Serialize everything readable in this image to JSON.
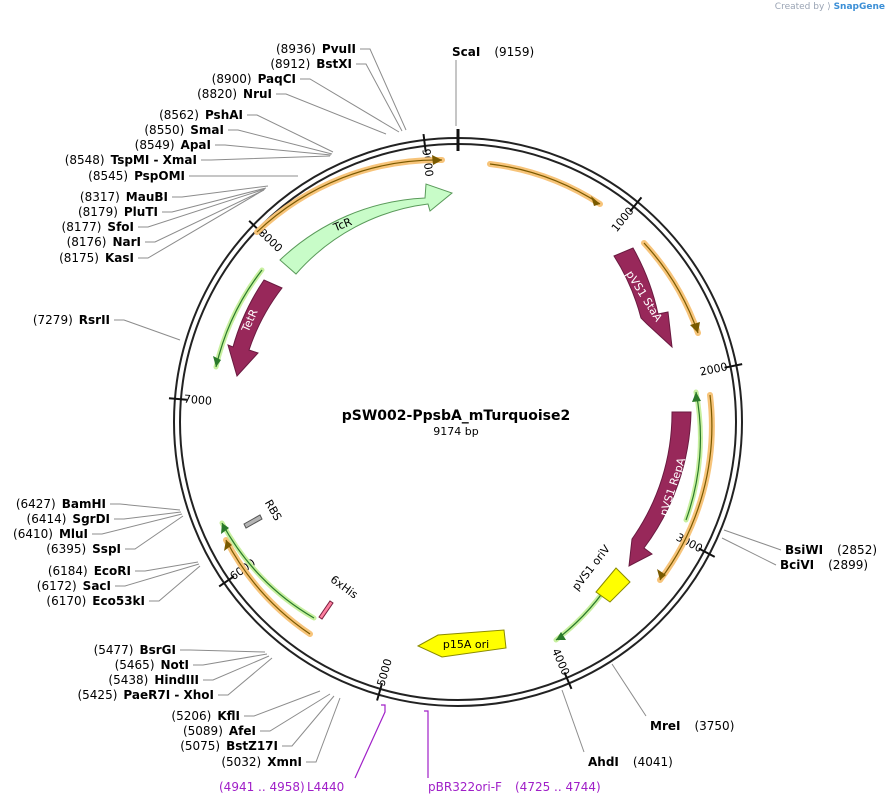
{
  "badge": {
    "created_by": "Created by",
    "brand": "SnapGene"
  },
  "plasmid": {
    "name": "pSW002-PpsbA_mTurquoise2",
    "length_label": "9174 bp",
    "length": 9174
  },
  "ticks": [
    {
      "bp": 1000,
      "label": "1000"
    },
    {
      "bp": 2000,
      "label": "2000"
    },
    {
      "bp": 3000,
      "label": "3000"
    },
    {
      "bp": 4000,
      "label": "4000"
    },
    {
      "bp": 5000,
      "label": "5000"
    },
    {
      "bp": 6000,
      "label": "6000"
    },
    {
      "bp": 7000,
      "label": "7000"
    },
    {
      "bp": 8000,
      "label": "8000"
    },
    {
      "bp": 9000,
      "label": "9000"
    }
  ],
  "features": [
    {
      "label": "TcR",
      "color": "#c8fcc8",
      "stroke": "#5a9a5a",
      "text_color": "#000000"
    },
    {
      "label": "TetR",
      "color": "#98285a",
      "stroke": "#6a1a40",
      "text_color": "#ffffff"
    },
    {
      "label": "pVS1 StaA",
      "color": "#98285a",
      "stroke": "#6a1a40",
      "text_color": "#ffffff"
    },
    {
      "label": "pVS1 RepA",
      "color": "#98285a",
      "stroke": "#6a1a40",
      "text_color": "#ffffff"
    },
    {
      "label": "pVS1 oriV",
      "color": "#ffff00",
      "stroke": "#8a8a00",
      "text_color": "#000000"
    },
    {
      "label": "p15A ori",
      "color": "#ffff00",
      "stroke": "#8a8a00",
      "text_color": "#000000"
    },
    {
      "label": "RBS",
      "color": "#b4b4b4",
      "stroke": "#555555",
      "text_color": "#000000"
    },
    {
      "label": "6xHis",
      "color": "#ff80a0",
      "stroke": "#7a2040",
      "text_color": "#000000"
    }
  ],
  "sites": [
    {
      "name": "PvuII",
      "pos": "(8936)"
    },
    {
      "name": "BstXI",
      "pos": "(8912)"
    },
    {
      "name": "PaqCI",
      "pos": "(8900)"
    },
    {
      "name": "NruI",
      "pos": "(8820)"
    },
    {
      "name": "PshAI",
      "pos": "(8562)"
    },
    {
      "name": "SmaI",
      "pos": "(8550)"
    },
    {
      "name": "ApaI",
      "pos": "(8549)"
    },
    {
      "name": "TspMI  -  XmaI",
      "pos": "(8548)"
    },
    {
      "name": "PspOMI",
      "pos": "(8545)"
    },
    {
      "name": "MauBI",
      "pos": "(8317)"
    },
    {
      "name": "PluTI",
      "pos": "(8179)"
    },
    {
      "name": "SfoI",
      "pos": "(8177)"
    },
    {
      "name": "NarI",
      "pos": "(8176)"
    },
    {
      "name": "KasI",
      "pos": "(8175)"
    },
    {
      "name": "RsrII",
      "pos": "(7279)"
    },
    {
      "name": "BamHI",
      "pos": "(6427)"
    },
    {
      "name": "SgrDI",
      "pos": "(6414)"
    },
    {
      "name": "MluI",
      "pos": "(6410)"
    },
    {
      "name": "SspI",
      "pos": "(6395)"
    },
    {
      "name": "EcoRI",
      "pos": "(6184)"
    },
    {
      "name": "SacI",
      "pos": "(6172)"
    },
    {
      "name": "Eco53kI",
      "pos": "(6170)"
    },
    {
      "name": "BsrGI",
      "pos": "(5477)"
    },
    {
      "name": "NotI",
      "pos": "(5465)"
    },
    {
      "name": "HindIII",
      "pos": "(5438)"
    },
    {
      "name": "PaeR7I  -  XhoI",
      "pos": "(5425)"
    },
    {
      "name": "KflI",
      "pos": "(5206)"
    },
    {
      "name": "AfeI",
      "pos": "(5089)"
    },
    {
      "name": "BstZ17I",
      "pos": "(5075)"
    },
    {
      "name": "XmnI",
      "pos": "(5032)"
    },
    {
      "name": "ScaI",
      "pos": "(9159)"
    },
    {
      "name": "BsiWI",
      "pos": "(2852)"
    },
    {
      "name": "BciVI",
      "pos": "(2899)"
    },
    {
      "name": "MreI",
      "pos": "(3750)"
    },
    {
      "name": "AhdI",
      "pos": "(4041)"
    }
  ],
  "primers": [
    {
      "name": "L4440",
      "range": "(4941 .. 4958)"
    },
    {
      "name": "pBR322ori-F",
      "range": "(4725 .. 4744)"
    }
  ]
}
